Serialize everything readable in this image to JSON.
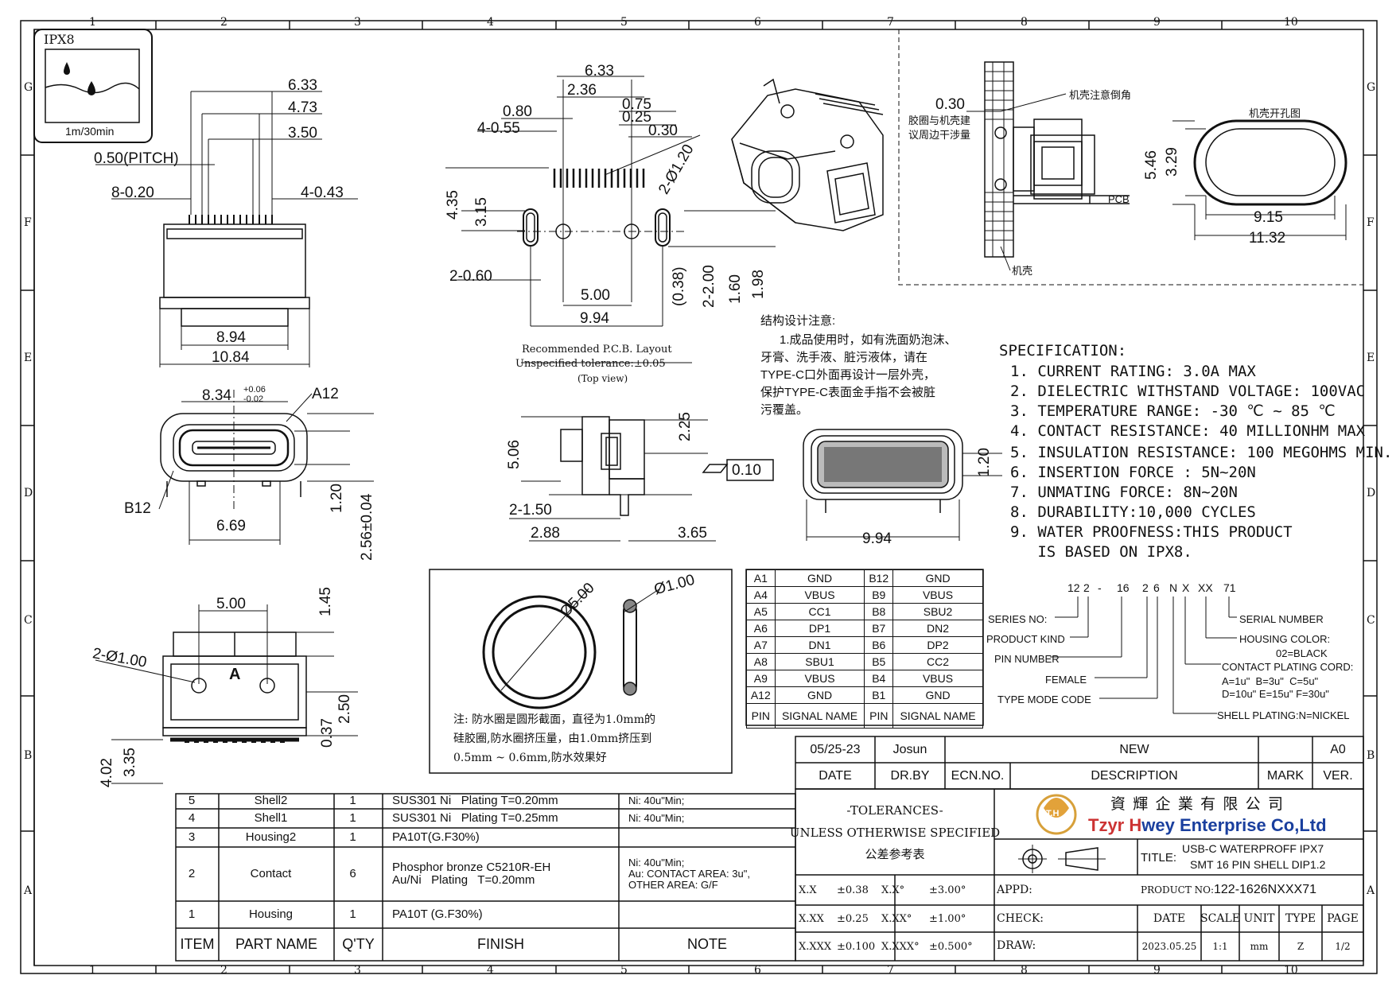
{
  "zones": {
    "cols": [
      "1",
      "2",
      "3",
      "4",
      "5",
      "6",
      "7",
      "8",
      "9",
      "10"
    ],
    "rows": [
      "G",
      "F",
      "E",
      "D",
      "C",
      "B",
      "A"
    ]
  },
  "ipx8": {
    "title": "IPX8",
    "caption": "1m/30min"
  },
  "view_top": {
    "dims": [
      "6.33",
      "4.73",
      "3.50",
      "0.50(PITCH)",
      "8-0.20",
      "4-0.43",
      "8.94",
      "10.84"
    ]
  },
  "view_pcb": {
    "dims": [
      "6.33",
      "2.36",
      "0.80",
      "0.75",
      "4-0.55",
      "0.25",
      "0.30",
      "2-Ø1.20",
      "4.35",
      "3.15",
      "2-0.60",
      "5.00",
      "9.94",
      "(0.38)",
      "2-2.00",
      "1.60",
      "1.98"
    ],
    "caption_lines": [
      "Recommended P.C.B. Layout",
      "Unspecified tolerance:±0.05",
      "(Top view)"
    ]
  },
  "view_front": {
    "dims": [
      "8.34",
      "+0.06",
      "-0.02",
      "A12",
      "B12",
      "6.69",
      "1.20",
      "2.56±0.04"
    ]
  },
  "view_side": {
    "dims": [
      "5.06",
      "2.25",
      "2-1.50",
      "2.88",
      "3.65",
      "0.10"
    ]
  },
  "view_mouth": {
    "dims": [
      "1.20",
      "9.94"
    ]
  },
  "view_bottom": {
    "dims": [
      "5.00",
      "1.45",
      "2-Ø1.00",
      "0.37",
      "2.50",
      "4.02",
      "3.35"
    ],
    "pin_mark": "A"
  },
  "design_note": {
    "title": "结构设计注意:",
    "lines": [
      "1.成品使用时，如有洗面奶泡沫、",
      "牙膏、洗手液、脏污液体，请在",
      "TYPE-C口外面再设计一层外壳，",
      "保护TYPE-C表面金手指不会被脏",
      "污覆盖。"
    ]
  },
  "housing_detail": {
    "dims": [
      "0.30",
      "5.46",
      "3.29",
      "9.15",
      "11.32"
    ],
    "labels": [
      "机壳注意倒角",
      "胶圈与机壳建",
      "议周边干涉量",
      "PCB",
      "机壳",
      "机壳开孔图"
    ]
  },
  "specification": {
    "title": "SPECIFICATION:",
    "items": [
      "1. CURRENT RATING: 3.0A MAX",
      "2. DIELECTRIC WITHSTAND VOLTAGE: 100VAC",
      "3. TEMPERATURE RANGE: -30 ℃ ~ 85 ℃",
      "4. CONTACT RESISTANCE: 40 MILLIONHM MAX",
      "5. INSULATION RESISTANCE: 100 MEGOHMS MIN.",
      "6. INSERTION FORCE : 5N~20N",
      "7. UNMATING FORCE: 8N~20N",
      "8. DURABILITY:10,000 CYCLES",
      "9. WATER PROOFNESS:THIS PRODUCT",
      "   IS BASED ON IPX8."
    ]
  },
  "oring": {
    "dims": [
      "Ø5.00",
      "Ø1.00"
    ],
    "note_lines": [
      "注: 防水圈是圆形截面，直径为1.0mm的",
      "硅胶圈,防水圈挤压量，由1.0mm挤压到",
      "0.5mm ~ 0.6mm,防水效果好"
    ]
  },
  "pin_table": {
    "rows": [
      [
        "A1",
        "GND",
        "B12",
        "GND"
      ],
      [
        "A4",
        "VBUS",
        "B9",
        "VBUS"
      ],
      [
        "A5",
        "CC1",
        "B8",
        "SBU2"
      ],
      [
        "A6",
        "DP1",
        "B7",
        "DN2"
      ],
      [
        "A7",
        "DN1",
        "B6",
        "DP2"
      ],
      [
        "A8",
        "SBU1",
        "B5",
        "CC2"
      ],
      [
        "A9",
        "VBUS",
        "B4",
        "VBUS"
      ],
      [
        "A12",
        "GND",
        "B1",
        "GND"
      ]
    ],
    "header": [
      "PIN",
      "SIGNAL NAME",
      "PIN",
      "SIGNAL NAME"
    ]
  },
  "part_code": {
    "code": [
      "12",
      "2",
      "-",
      "16",
      "2",
      "6",
      "N",
      "X",
      "XX",
      "71"
    ],
    "left_labels": [
      "SERIES NO:",
      "PRODUCT KIND",
      "PIN NUMBER",
      "FEMALE",
      "TYPE MODE CODE"
    ],
    "right_labels": [
      "SERIAL NUMBER",
      "HOUSING COLOR:",
      "02=BLACK",
      "CONTACT PLATING CORD:",
      "A=1u\"  B=3u\"  C=5u\"",
      "D=10u\" E=15u\" F=30u\"",
      "SHELL PLATING:N=NICKEL"
    ]
  },
  "revision": {
    "date": "05/25-23",
    "drawn_by": "Josun",
    "description": "NEW",
    "version": "A0",
    "headers": [
      "DATE",
      "DR.BY",
      "ECN.NO.",
      "DESCRIPTION",
      "MARK",
      "VER."
    ]
  },
  "bom": {
    "rows": [
      {
        "item": "5",
        "part": "Shell2",
        "qty": "1",
        "finish": "SUS301 Ni   Plating T=0.20mm",
        "note": "Ni: 40u\"Min;"
      },
      {
        "item": "4",
        "part": "Shell1",
        "qty": "1",
        "finish": "SUS301 Ni   Plating T=0.25mm",
        "note": "Ni: 40u\"Min;"
      },
      {
        "item": "3",
        "part": "Housing2",
        "qty": "1",
        "finish": "PA10T(G.F30%)",
        "note": ""
      },
      {
        "item": "2",
        "part": "Contact",
        "qty": "6",
        "finish": "Phosphor bronze C5210R-EH|Au/Ni   Plating   T=0.20mm",
        "note": "Ni: 40u\"Min;|Au: CONTACT AREA: 3u\",|OTHER AREA: G/F"
      },
      {
        "item": "1",
        "part": "Housing",
        "qty": "1",
        "finish": "PA10T (G.F30%)",
        "note": ""
      }
    ],
    "headers": [
      "ITEM",
      "PART NAME",
      "Q'TY",
      "FINISH",
      "NOTE"
    ]
  },
  "tolerances": {
    "title": "-TOLERANCES-",
    "line2": "UNLESS OTHERWISE SPECIFIED",
    "line3": "公差参考表",
    "rows": [
      [
        "X.X",
        "±0.38",
        "X.X°",
        "±3.00°"
      ],
      [
        "X.XX",
        "±0.25",
        "X.XX°",
        "±1.00°"
      ],
      [
        "X.XXX",
        "±0.100",
        "X.XXX°",
        "±0.500°"
      ]
    ]
  },
  "company": {
    "logo": "T.H",
    "name_cn": "資 輝 企 業 有 限 公 司",
    "name_en_1": "Tzyr ",
    "name_en_h": "H",
    "name_en_2": "wey Enterprise Co,Ltd"
  },
  "title_block": {
    "title_label": "TITLE:",
    "title_1": "USB-C WATERPROFF IPX7",
    "title_2": "SMT 16 PIN SHELL DIP1.2",
    "appd_label": "APPD:",
    "check_label": "CHECK:",
    "draw_label": "DRAW:",
    "product_no_label": "PRODUCT NO:",
    "product_no": "122-1626NXXX71",
    "headers": [
      "DATE",
      "SCALE",
      "UNIT",
      "TYPE",
      "PAGE"
    ],
    "values": [
      "2023.05.25",
      "1:1",
      "mm",
      "Z",
      "1/2"
    ]
  }
}
